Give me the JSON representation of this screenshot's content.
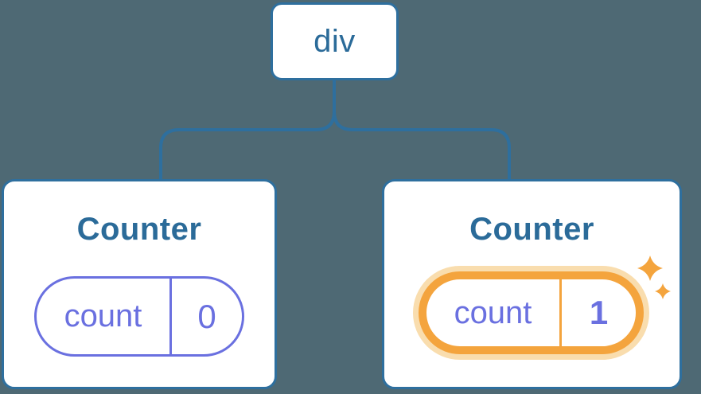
{
  "colors": {
    "background": "#4e6974",
    "line": "#2e6f9e",
    "node_text": "#2b6b99",
    "state": "#6a70e0",
    "highlight": "#f4a43d",
    "highlight_glow": "#f9ddae",
    "card_bg": "#ffffff"
  },
  "diagram": {
    "type": "react-component-tree",
    "root": {
      "label": "div"
    },
    "children": [
      {
        "title": "Counter",
        "state": {
          "key": "count",
          "value": "0"
        },
        "highlighted": false
      },
      {
        "title": "Counter",
        "state": {
          "key": "count",
          "value": "1"
        },
        "highlighted": true,
        "badge_icon": "sparkles-icon"
      }
    ]
  }
}
